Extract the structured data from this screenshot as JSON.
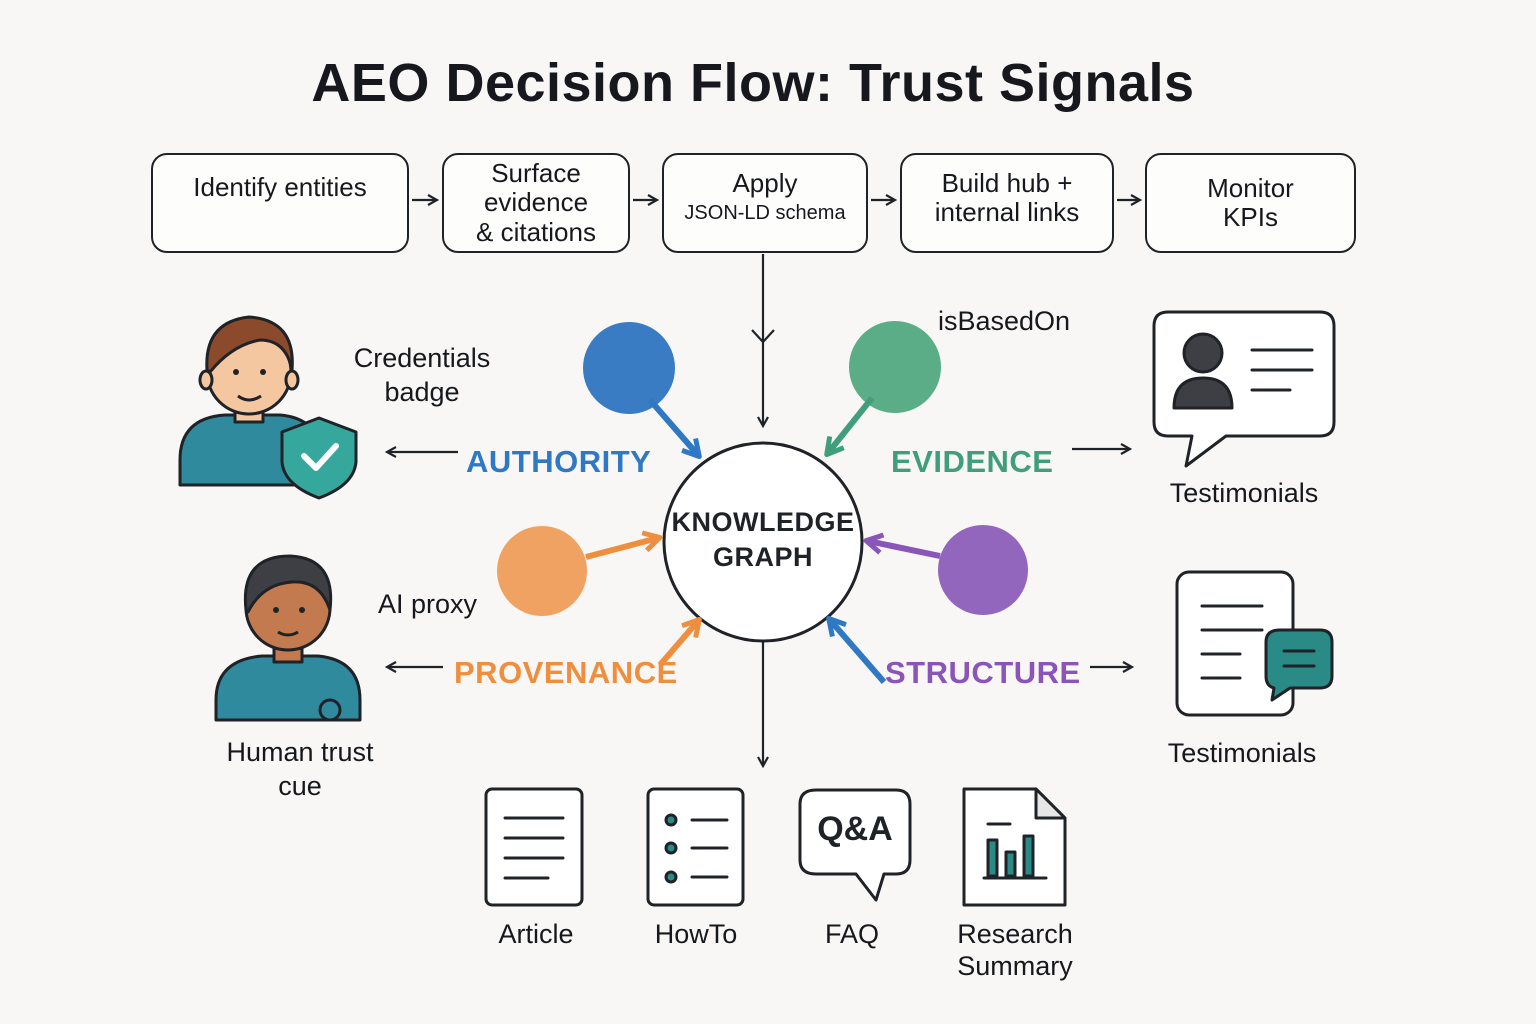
{
  "title": "AEO Decision Flow: Trust Signals",
  "steps": [
    {
      "line1": "Identify entities",
      "line2": "",
      "line3": ""
    },
    {
      "line1": "Surface",
      "line2": "evidence",
      "line3": "& citations"
    },
    {
      "line1": "Apply",
      "line2": "JSON-LD schema",
      "line3": ""
    },
    {
      "line1": "Build hub +",
      "line2": "internal links",
      "line3": ""
    },
    {
      "line1": "Monitor",
      "line2": "KPIs",
      "line3": ""
    }
  ],
  "center": {
    "line1": "KNOWLEDGE",
    "line2": "GRAPH"
  },
  "signals": {
    "authority": "AUTHORITY",
    "evidence": "EVIDENCE",
    "provenance": "PROVENANCE",
    "structure": "STRUCTURE"
  },
  "side_labels": {
    "credentials_line1": "Credentials",
    "credentials_line2": "badge",
    "is_based_on": "isBasedOn",
    "ai_proxy": "AI proxy",
    "human_trust_line1": "Human trust",
    "human_trust_line2": "cue",
    "testimonials_top": "Testimonials",
    "testimonials_bottom": "Testimonials"
  },
  "documents": [
    {
      "line1": "Article",
      "line2": ""
    },
    {
      "line1": "HowTo",
      "line2": ""
    },
    {
      "line1": "FAQ",
      "line2": ""
    },
    {
      "line1": "Research",
      "line2": "Summary"
    }
  ],
  "faq_icon_text": "Q&A",
  "colors": {
    "authority": "#2f79c4",
    "evidence": "#3f9e7c",
    "provenance": "#ee8f3f",
    "structure": "#8a55b8",
    "teal": "#2a8a86",
    "outline": "#1f2328"
  },
  "icons": [
    "person-with-shield-icon",
    "person-icon",
    "testimonial-card-icon",
    "document-chat-icon",
    "article-icon",
    "howto-list-icon",
    "faq-bubble-icon",
    "research-chart-icon"
  ]
}
